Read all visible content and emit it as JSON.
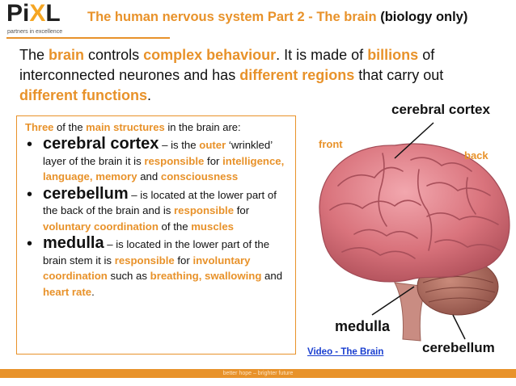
{
  "logo": {
    "word_start": "Pi",
    "word_mid": "X",
    "word_end": "L",
    "tagline": "partners in excellence"
  },
  "header": {
    "title": "The human nervous system Part 2 - The brain",
    "title_suffix": "(biology only)"
  },
  "intro": {
    "p1": "The ",
    "h1": "brain",
    "p2": " controls ",
    "h2": "complex behaviour",
    "p3": ". It is made of ",
    "h3": "billions",
    "p4": " of interconnected neurones and has ",
    "h4": "different regions",
    "p5": " that carry out ",
    "h5": "different functions",
    "p6": "."
  },
  "box": {
    "head": {
      "h1": "Three",
      "p1": " of the ",
      "h2": "main structures",
      "p2": " in the brain are:"
    },
    "items": [
      {
        "term": "cerebral cortex",
        "dash": " – is the ",
        "h1": "outer",
        "p1": " ‘wrinkled’ layer of the brain it is ",
        "h2": "responsible",
        "p2": " for ",
        "h3": "intelligence, language, memory",
        "p3": " and ",
        "h4": "consciousness",
        "p4": ""
      },
      {
        "term": "cerebellum",
        "dash": " – is located at the lower part of the back of the brain and is ",
        "h1": "responsible",
        "p1": " for ",
        "h2": "voluntary coordination",
        "p2": " of the ",
        "h3": "muscles",
        "p3": ""
      },
      {
        "term": "medulla",
        "dash": " – is located in the lower part of the brain stem it is ",
        "h1": "responsible",
        "p1": " for ",
        "h2": "involuntary coordination",
        "p2": " such as ",
        "h3": "breathing, swallowing",
        "p3": " and ",
        "h4": "heart rate",
        "p4": "."
      }
    ]
  },
  "diagram": {
    "cerebral_cortex": "cerebral cortex",
    "front": "front",
    "back": "back",
    "medulla": "medulla",
    "cerebellum": "cerebellum"
  },
  "video_link": "Video - The Brain",
  "footer": "better hope – brighter future",
  "colors": {
    "accent": "#e8922a",
    "link": "#1a3fd0",
    "brain": "#d9737c"
  }
}
